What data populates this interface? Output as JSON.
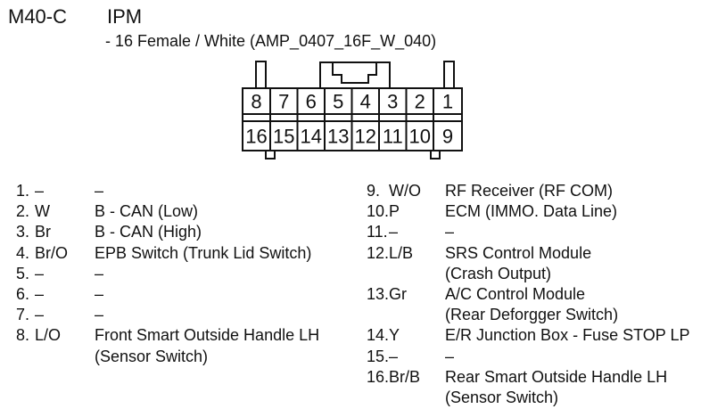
{
  "header": {
    "connector_id": "M40-C",
    "module_name": "IPM",
    "spec": "- 16 Female / White (AMP_0407_16F_W_040)"
  },
  "connector": {
    "top_row": [
      "8",
      "7",
      "6",
      "5",
      "4",
      "3",
      "2",
      "1"
    ],
    "bottom_row": [
      "16",
      "15",
      "14",
      "13",
      "12",
      "11",
      "10",
      "9"
    ]
  },
  "pin_table": {
    "left": [
      {
        "pin": "1.",
        "wire": "–",
        "desc": [
          "–"
        ]
      },
      {
        "pin": "2.",
        "wire": "W",
        "desc": [
          "B - CAN (Low)"
        ]
      },
      {
        "pin": "3.",
        "wire": "Br",
        "desc": [
          "B - CAN (High)"
        ]
      },
      {
        "pin": "4.",
        "wire": "Br/O",
        "desc": [
          "EPB Switch (Trunk Lid Switch)"
        ]
      },
      {
        "pin": "5.",
        "wire": "–",
        "desc": [
          "–"
        ]
      },
      {
        "pin": "6.",
        "wire": "–",
        "desc": [
          "–"
        ]
      },
      {
        "pin": "7.",
        "wire": "–",
        "desc": [
          "–"
        ]
      },
      {
        "pin": "8.",
        "wire": "L/O",
        "desc": [
          "Front Smart Outside Handle LH",
          "(Sensor Switch)"
        ]
      }
    ],
    "right": [
      {
        "pin": "9.",
        "wire": "W/O",
        "desc": [
          "RF Receiver (RF COM)"
        ]
      },
      {
        "pin": "10.",
        "wire": "P",
        "desc": [
          "ECM (IMMO. Data Line)"
        ]
      },
      {
        "pin": "11.",
        "wire": "–",
        "desc": [
          "–"
        ]
      },
      {
        "pin": "12.",
        "wire": "L/B",
        "desc": [
          "SRS Control Module",
          "(Crash Output)"
        ]
      },
      {
        "pin": "13.",
        "wire": "Gr",
        "desc": [
          "A/C Control Module",
          "(Rear Deforgger Switch)"
        ]
      },
      {
        "pin": "14.",
        "wire": "Y",
        "desc": [
          "E/R Junction Box - Fuse STOP LP"
        ]
      },
      {
        "pin": "15.",
        "wire": "–",
        "desc": [
          "–"
        ]
      },
      {
        "pin": "16.",
        "wire": "Br/B",
        "desc": [
          "Rear Smart Outside Handle LH",
          "(Sensor Switch)"
        ]
      }
    ]
  },
  "colors": {
    "line": "#111111",
    "text": "#111111",
    "background": "#ffffff"
  }
}
